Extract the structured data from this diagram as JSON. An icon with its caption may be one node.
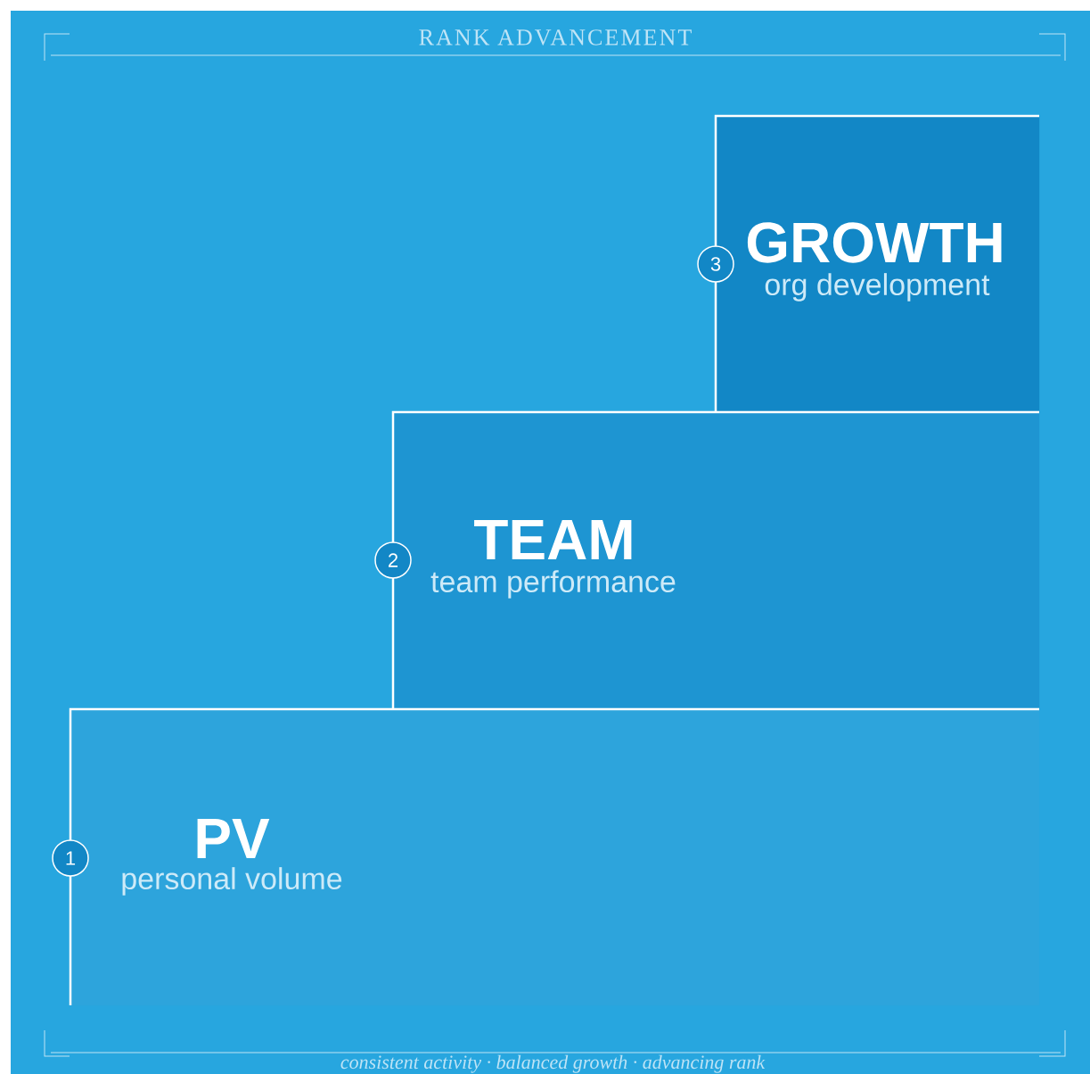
{
  "diagram": {
    "title": "RANK ADVANCEMENT",
    "caption": "consistent activity · balanced growth · advancing rank",
    "nodes": [
      {
        "text": [
          "GROWTH",
          "org development"
        ]
      },
      {
        "text": [
          "TEAM",
          "team performance"
        ]
      },
      {
        "text": [
          "PV",
          "personal volume"
        ]
      }
    ],
    "labels": [
      "3",
      "2",
      "1"
    ]
  }
}
